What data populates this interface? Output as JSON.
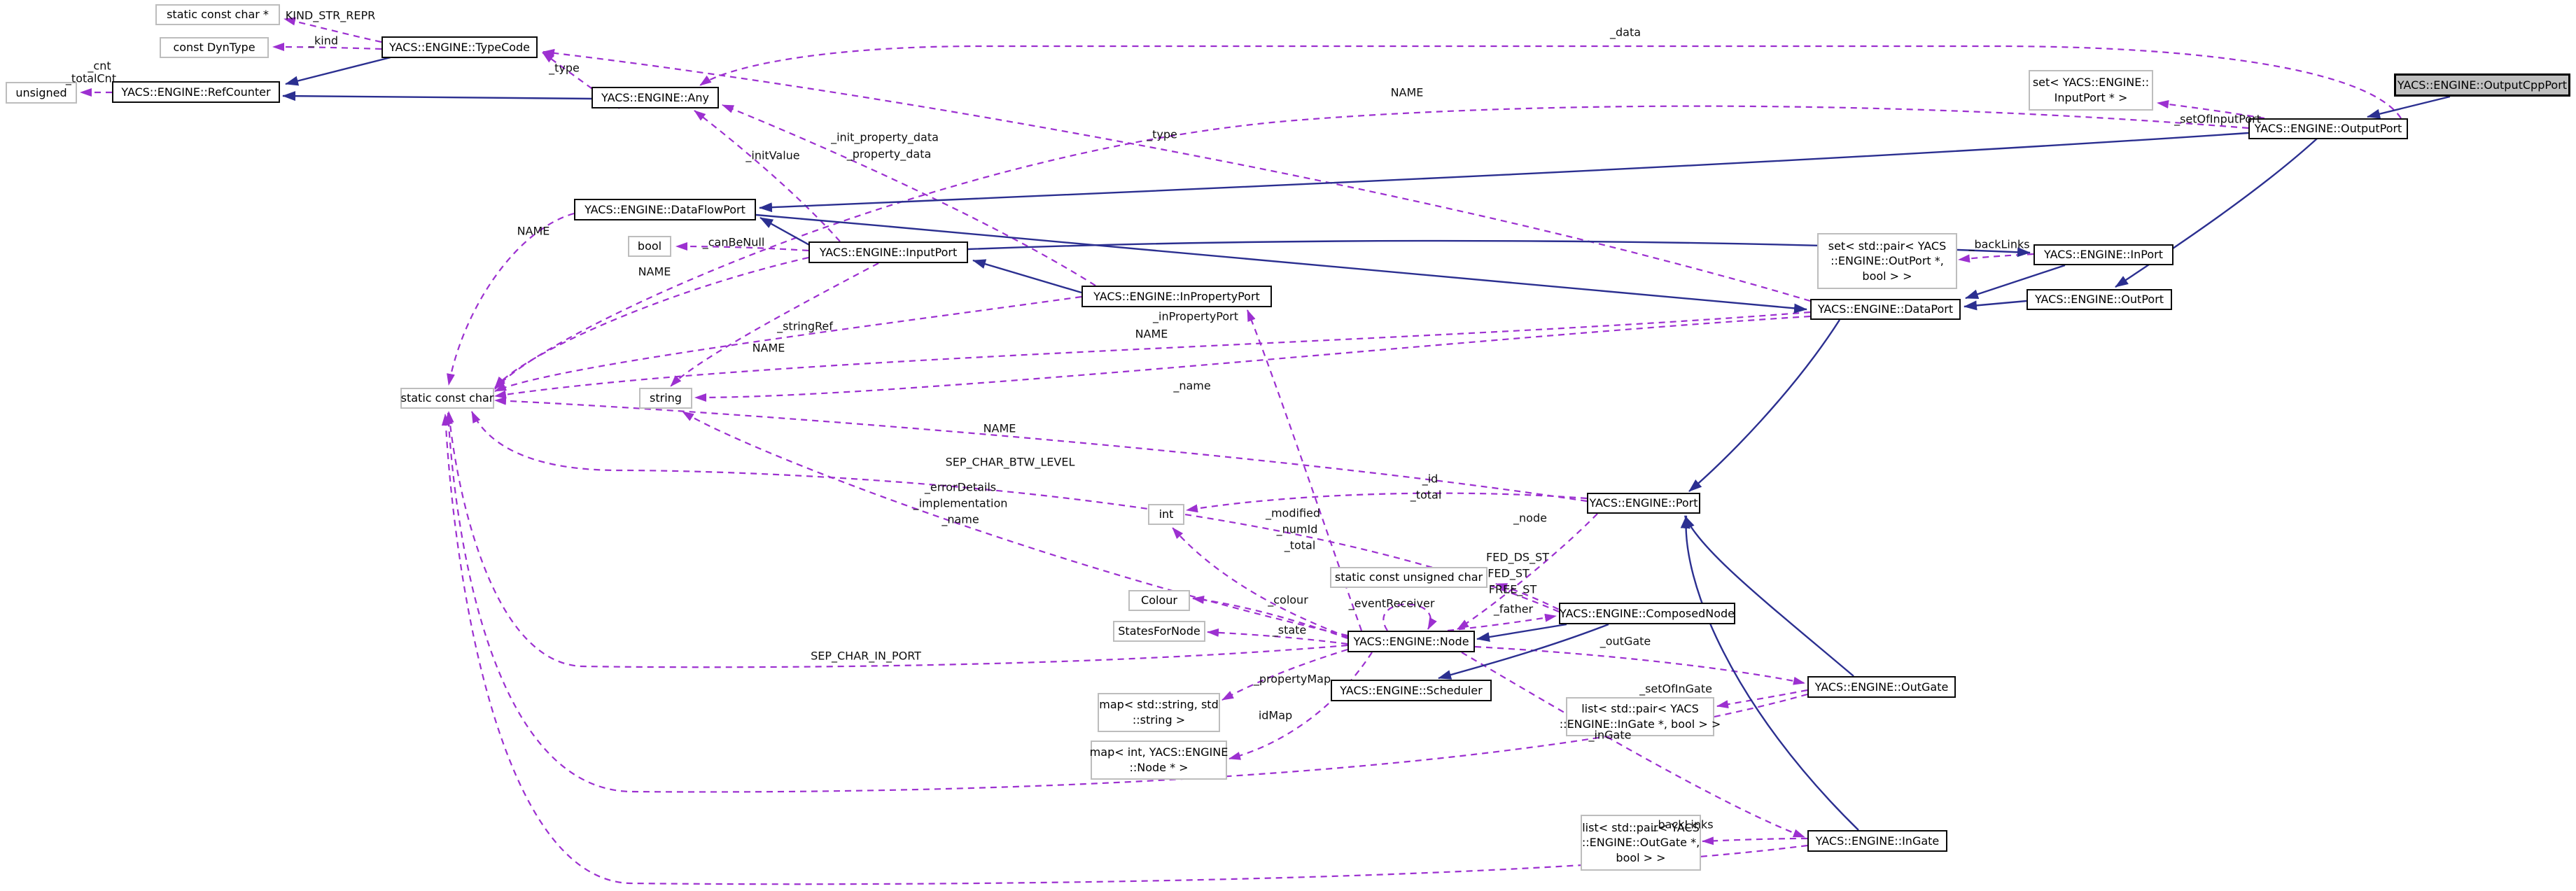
{
  "diagram_type": "doxygen-collaboration-graph",
  "main_class": "YACS::ENGINE::OutputCppPort",
  "colors": {
    "usage_edge": "#9c30d0",
    "inheritance_edge": "#2b2f90",
    "main_node_fill": "#bfbfbf",
    "class_border": "#0a0a0a",
    "template_border": "#bdbdbd",
    "background": "#ffffff"
  },
  "nodes": {
    "char_ptr": "static const char *",
    "dyntype": "const DynType",
    "unsigned": "unsigned",
    "set_inputport": [
      "set< YACS::ENGINE::",
      "InputPort * >"
    ],
    "bool": "bool",
    "set_outport_pair": [
      "set< std::pair< YACS",
      "::ENGINE::OutPort *,",
      "bool > >"
    ],
    "char": "static const char",
    "string": "string",
    "int": "int",
    "uchar": "static const unsigned char",
    "colour": "Colour",
    "statesfornode": "StatesForNode",
    "map_string": [
      "map< std::string, std",
      "::string >"
    ],
    "map_int_node": [
      "map< int, YACS::ENGINE",
      "::Node * >"
    ],
    "list_ingate_pair": [
      "list< std::pair< YACS",
      "::ENGINE::InGate *, bool > >"
    ],
    "list_outgate_pair": [
      "list< std::pair< YACS",
      "::ENGINE::OutGate *,",
      "bool > >"
    ],
    "typecode": "YACS::ENGINE::TypeCode",
    "refcounter": "YACS::ENGINE::RefCounter",
    "any": "YACS::ENGINE::Any",
    "outputcppport": "YACS::ENGINE::OutputCppPort",
    "outputport": "YACS::ENGINE::OutputPort",
    "dataflowport": "YACS::ENGINE::DataFlowPort",
    "inputport": "YACS::ENGINE::InputPort",
    "inport": "YACS::ENGINE::InPort",
    "inpropertyport": "YACS::ENGINE::InPropertyPort",
    "dataport": "YACS::ENGINE::DataPort",
    "outport": "YACS::ENGINE::OutPort",
    "port": "YACS::ENGINE::Port",
    "node": "YACS::ENGINE::Node",
    "composednode": "YACS::ENGINE::ComposedNode",
    "scheduler": "YACS::ENGINE::Scheduler",
    "outgate": "YACS::ENGINE::OutGate",
    "ingate": "YACS::ENGINE::InGate"
  },
  "labels": {
    "kind_str_repr": "KIND_STR_REPR",
    "kind": "_kind",
    "cnt": "_cnt",
    "totalcnt": "_totalCnt",
    "type_any": "_type",
    "data": "_data",
    "name_outputport": "NAME",
    "setofinputport": "_setOfInputPort",
    "type_dataport": "_type",
    "initvalue": "_initValue",
    "init_property_data": "_init_property_data",
    "property_data": "_property_data",
    "canbenull": "_canBeNull",
    "backlinks_inport": "_backLinks",
    "name_dataflowport": "NAME",
    "name_inputport": "NAME",
    "stringref": "_stringRef",
    "name_inpropertyport": "NAME",
    "inpropertyport_member": "_inPropertyPort",
    "name_dataport": "NAME",
    "name_port": "NAME",
    "name_string": "_name",
    "errordetails": "_errorDetails",
    "implementation": "_implementation",
    "name_node": "_name",
    "sep_char_btw_level": "SEP_CHAR_BTW_LEVEL",
    "sep_char_in_port": "SEP_CHAR_IN_PORT",
    "id": "_id",
    "total": "_total",
    "modified": "_modified",
    "numid": "_numId",
    "total2": "_total",
    "node_member": "_node",
    "fed_ds_st": "FED_DS_ST",
    "fed_st": "FED_ST",
    "free_st": "FREE_ST",
    "colour_member": "_colour",
    "state": "_state",
    "eventreceiver": "_eventReceiver",
    "father": "_father",
    "outgate_member": "_outGate",
    "propertymap": "_propertyMap",
    "idmap": "idMap",
    "ingate_member": "_inGate",
    "setofingate": "_setOfInGate",
    "backlinks_ingate": "_backLinks"
  }
}
